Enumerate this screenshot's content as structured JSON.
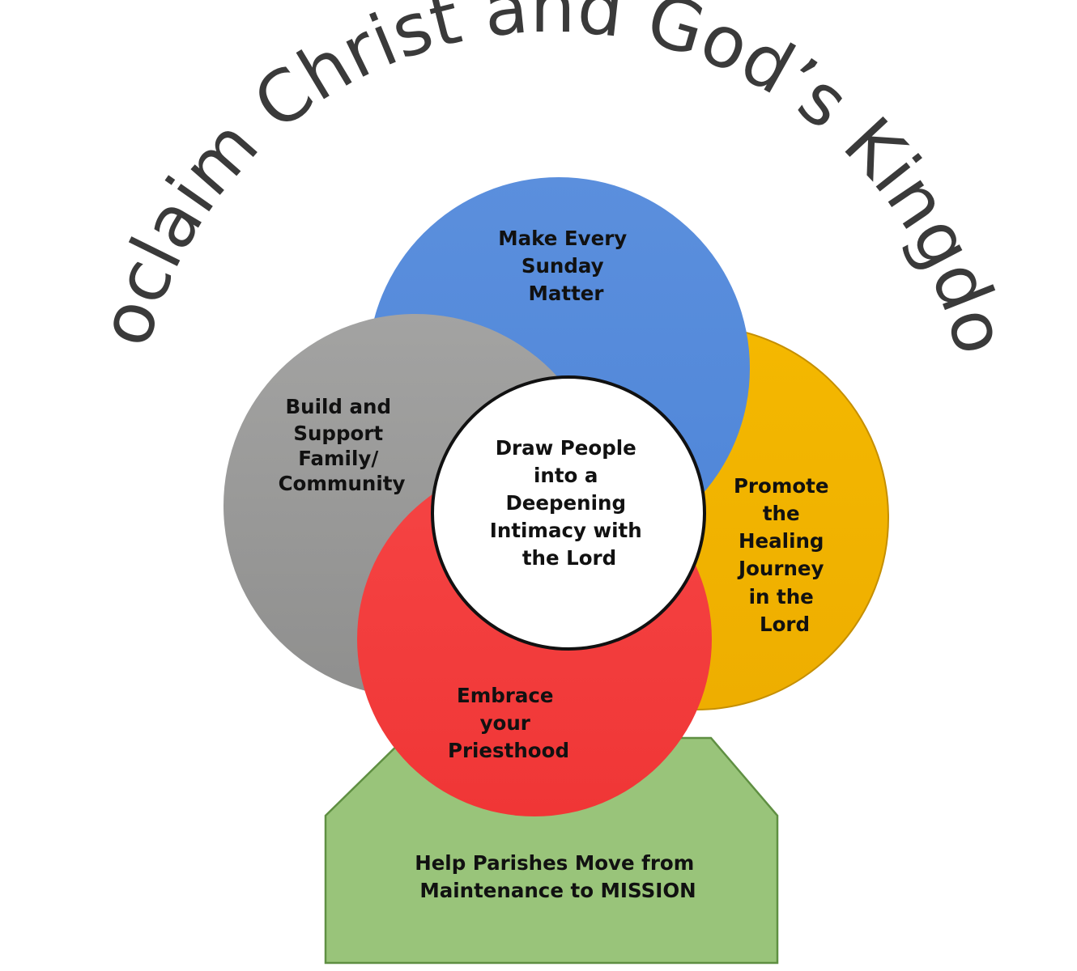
{
  "title": "Proclaim Christ and God’s Kingdom",
  "colors": {
    "blue": "#5b8fdd",
    "gray": "#9a9a99",
    "orange": "#f1b300",
    "red": "#f33c3c",
    "green": "#99c47a",
    "center": "#ffffff",
    "text": "#111111",
    "title": "#3a3a3a"
  },
  "circles": {
    "top": {
      "lines": [
        "Make Every",
        "Sunday",
        "Matter"
      ]
    },
    "left": {
      "lines": [
        "Build and",
        "Support",
        "Family/",
        "Community"
      ]
    },
    "right": {
      "lines": [
        "Promote",
        "the",
        "Healing",
        "Journey",
        "in the",
        "Lord"
      ]
    },
    "bottom": {
      "lines": [
        "Embrace",
        "your",
        "Priesthood"
      ]
    },
    "center": {
      "lines": [
        "Draw People",
        "into a",
        "Deepening",
        "Intimacy with",
        "the Lord"
      ]
    }
  },
  "base": {
    "lines": [
      "Help Parishes Move from",
      "Maintenance to MISSION"
    ]
  }
}
